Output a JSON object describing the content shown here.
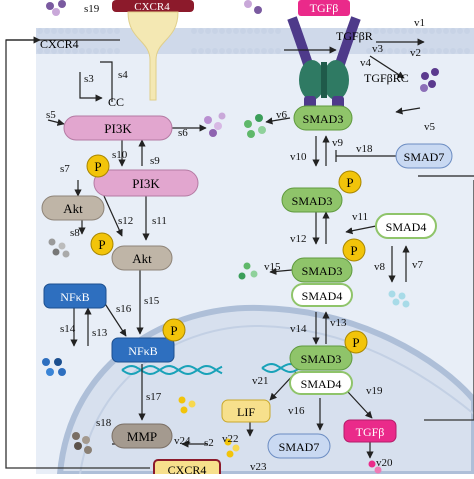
{
  "nodes": {
    "cxcr4_top": "CXCR4",
    "cc": "CC",
    "tgfb_top": "TGFβ",
    "tgfbr": "TGFβR",
    "tgfbrc": "TGFβRC",
    "pi3k": "PI3K",
    "pi3k_p": "PI3K",
    "akt": "Akt",
    "akt_p": "Akt",
    "nfkb": "NFκB",
    "nfkb_p": "NFκB",
    "mmp": "MMP",
    "cxcr4_bottom": "CXCR4",
    "smad3_a": "SMAD3",
    "smad7_right": "SMAD7",
    "smad3_b": "SMAD3",
    "smad4_a": "SMAD4",
    "smad3_c": "SMAD3",
    "smad4_b": "SMAD4",
    "smad3_d": "SMAD3",
    "smad4_c": "SMAD4",
    "lif": "LIF",
    "smad7_bottom": "SMAD7",
    "tgfb_bottom": "TGFβ",
    "phospho": "P"
  },
  "labels": {
    "s19": "s19",
    "s3": "s3",
    "s4": "s4",
    "s5": "s5",
    "s6": "s6",
    "s10": "s10",
    "s9": "s9",
    "s7": "s7",
    "s12": "s12",
    "s11": "s11",
    "s8": "s8",
    "s15": "s15",
    "s16": "s16",
    "s14": "s14",
    "s13": "s13",
    "s17": "s17",
    "s18": "s18",
    "s2": "s2",
    "v1": "v1",
    "v2": "v2",
    "v3": "v3",
    "v4": "v4",
    "v5": "v5",
    "v6": "v6",
    "v9": "v9",
    "v10": "v10",
    "v18": "v18",
    "v11": "v11",
    "v12": "v12",
    "v7": "v7",
    "v8": "v8",
    "v15": "v15",
    "v14": "v14",
    "v13": "v13",
    "v21": "v21",
    "v16": "v16",
    "v19": "v19",
    "v20": "v20",
    "v22": "v22",
    "v24": "v24",
    "v23": "v23"
  },
  "colors": {
    "cell_bg": "#e8eef7",
    "membrane": "#b9c6dc",
    "nucleus": "#d7e0ee",
    "pi3k": "#e2a6cf",
    "akt": "#bfb5a7",
    "nfkb": "#2e6fbf",
    "mmp": "#a49a8f",
    "smad3": "#8fc46a",
    "smad_white": "#ffffff",
    "smad7": "#c9d9f2",
    "lif": "#f7e08c",
    "tgfb": "#ea2a8a",
    "phospho": "#f2c40a",
    "receptor_purple": "#4e3a8a",
    "receptor_green": "#2f7a63",
    "cxcr4_stem": "#f4e8b3",
    "dna": "#19a2b8"
  }
}
